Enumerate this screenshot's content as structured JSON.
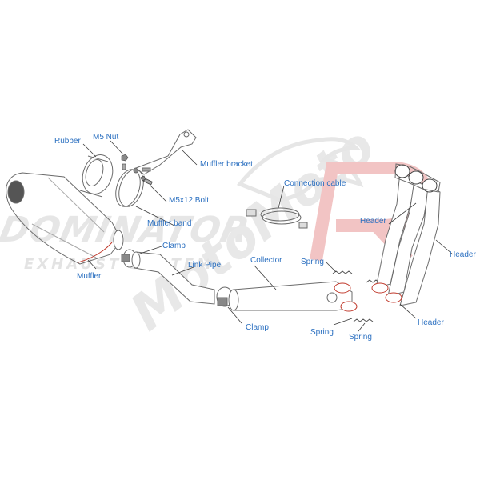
{
  "watermark": {
    "brand": "DOMINATOR",
    "subtitle": "EXHAUST SYSTEM",
    "logo": "MotoMoto"
  },
  "labels": {
    "rubber": "Rubber",
    "m5_nut": "M5 Nut",
    "muffler_bracket": "Muffler bracket",
    "m5x12_bolt": "M5x12 Bolt",
    "connection_cable": "Connection cable",
    "muffler_band": "Muffler band",
    "header_1": "Header",
    "header_2": "Header",
    "header_3": "Header",
    "clamp_1": "Clamp",
    "clamp_2": "Clamp",
    "link_pipe": "Link Pipe",
    "collector": "Collector",
    "spring_1": "Spring",
    "spring_2": "Spring",
    "spring_3": "Spring",
    "muffler": "Muffler"
  },
  "colors": {
    "label": "#2a6fc0",
    "leader": "#3a3a3a",
    "outline": "#6b6b6b",
    "accent": "#c0392b",
    "watermark": "#d9d9d9",
    "watermark_red": "#f2c4c4"
  }
}
